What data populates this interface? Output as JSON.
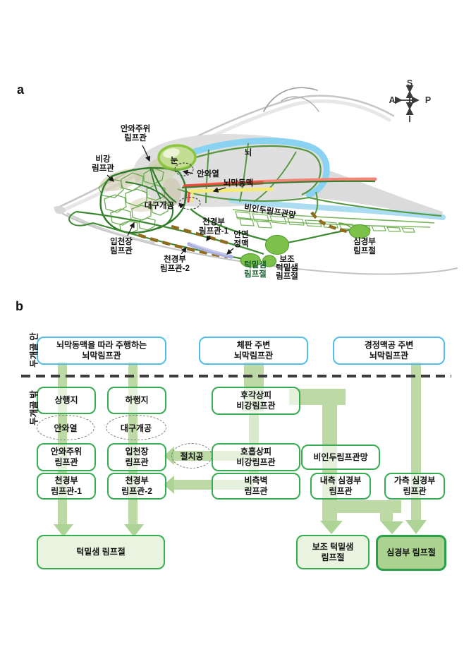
{
  "panel_a": {
    "panel_label": "a",
    "compass": {
      "s": "S",
      "i": "I",
      "a": "A",
      "p": "P"
    },
    "labels": {
      "periorbital": [
        "안와주위",
        "림프관"
      ],
      "nasal": [
        "비강",
        "림프관"
      ],
      "eye": [
        "눈"
      ],
      "orbital_fissure": [
        "안와열"
      ],
      "brain": [
        "뇌"
      ],
      "meningeal_artery": [
        "뇌막동맥"
      ],
      "greater_palatine_foramen": [
        "대구개공"
      ],
      "nasopharyngeal_network": [
        "비인두림프관망"
      ],
      "deep_cervical_vessel_1": [
        "천경부",
        "림프관-1"
      ],
      "facial_vein": [
        "안면",
        "정맥"
      ],
      "palatine_vessel": [
        "입천장",
        "림프관"
      ],
      "deep_cervical_vessel_2": [
        "천경부",
        "림프관-2"
      ],
      "submandibular_node": [
        "턱밑샘",
        "림프절"
      ],
      "accessory_submandibular_node": [
        "보조",
        "턱밑샘",
        "림프절"
      ],
      "deep_cervical_node": [
        "심경부",
        "림프절"
      ]
    }
  },
  "panel_b": {
    "panel_label": "b",
    "region_labels": {
      "inside_skull": "두개골 안",
      "outside_skull": "두개골 밖"
    },
    "top_boxes": {
      "meningeal_artery_lymphatic": [
        "뇌막동맥을 따라 주행하는",
        "뇌막림프관"
      ],
      "cribriform_plate_lymphatic": [
        "체판 주변",
        "뇌막림프관"
      ],
      "jugular_foramen_lymphatic": [
        "경정맥공 주변",
        "뇌막림프관"
      ]
    },
    "boxes": {
      "ascending_branch": [
        "상행지"
      ],
      "descending_branch": [
        "하행지"
      ],
      "olfactory_epithelium": [
        "후각상피",
        "비강림프관"
      ],
      "periorbital": [
        "안와주위",
        "림프관"
      ],
      "palatine": [
        "입천장",
        "림프관"
      ],
      "respiratory_epithelium": [
        "호흡상피",
        "비강림프관"
      ],
      "nasopharyngeal_network": [
        "비인두림프관망"
      ],
      "deep_cervical_1": [
        "천경부",
        "림프관-1"
      ],
      "deep_cervical_2": [
        "천경부",
        "림프관-2"
      ],
      "lateral_wall": [
        "비측벽",
        "림프관"
      ],
      "medial_deep_cervical": [
        "내측 심경부",
        "림프관"
      ],
      "lateral_deep_cervical": [
        "가측 심경부",
        "림프관"
      ],
      "submandibular_node": [
        "턱밑샘 림프절"
      ],
      "accessory_submandibular_node": [
        "보조 턱밑샘",
        "림프절"
      ],
      "deep_cervical_node": [
        "심경부 림프절"
      ]
    },
    "foramina": {
      "orbital_fissure": "안와열",
      "greater_palatine": "대구개공",
      "incisive": "절치공"
    }
  },
  "colors": {
    "blue_box_border": "#4fbeea",
    "green_box_border": "#35ad50",
    "flow_band": "#bcd9a6",
    "flow_band_light": "#d8eacb",
    "node_fill_light": "#e9f3df",
    "node_fill_medium": "#abd28f",
    "artery_red": "#ee4b3e",
    "artery_yellow": "#f4ea77",
    "vein_purple": "#acb0de",
    "lymph_green": "#2f7d2a",
    "node_green": "#7cc24a",
    "csf_blue": "#8ad2f2",
    "vessel_brown": "#8f6b1e"
  }
}
